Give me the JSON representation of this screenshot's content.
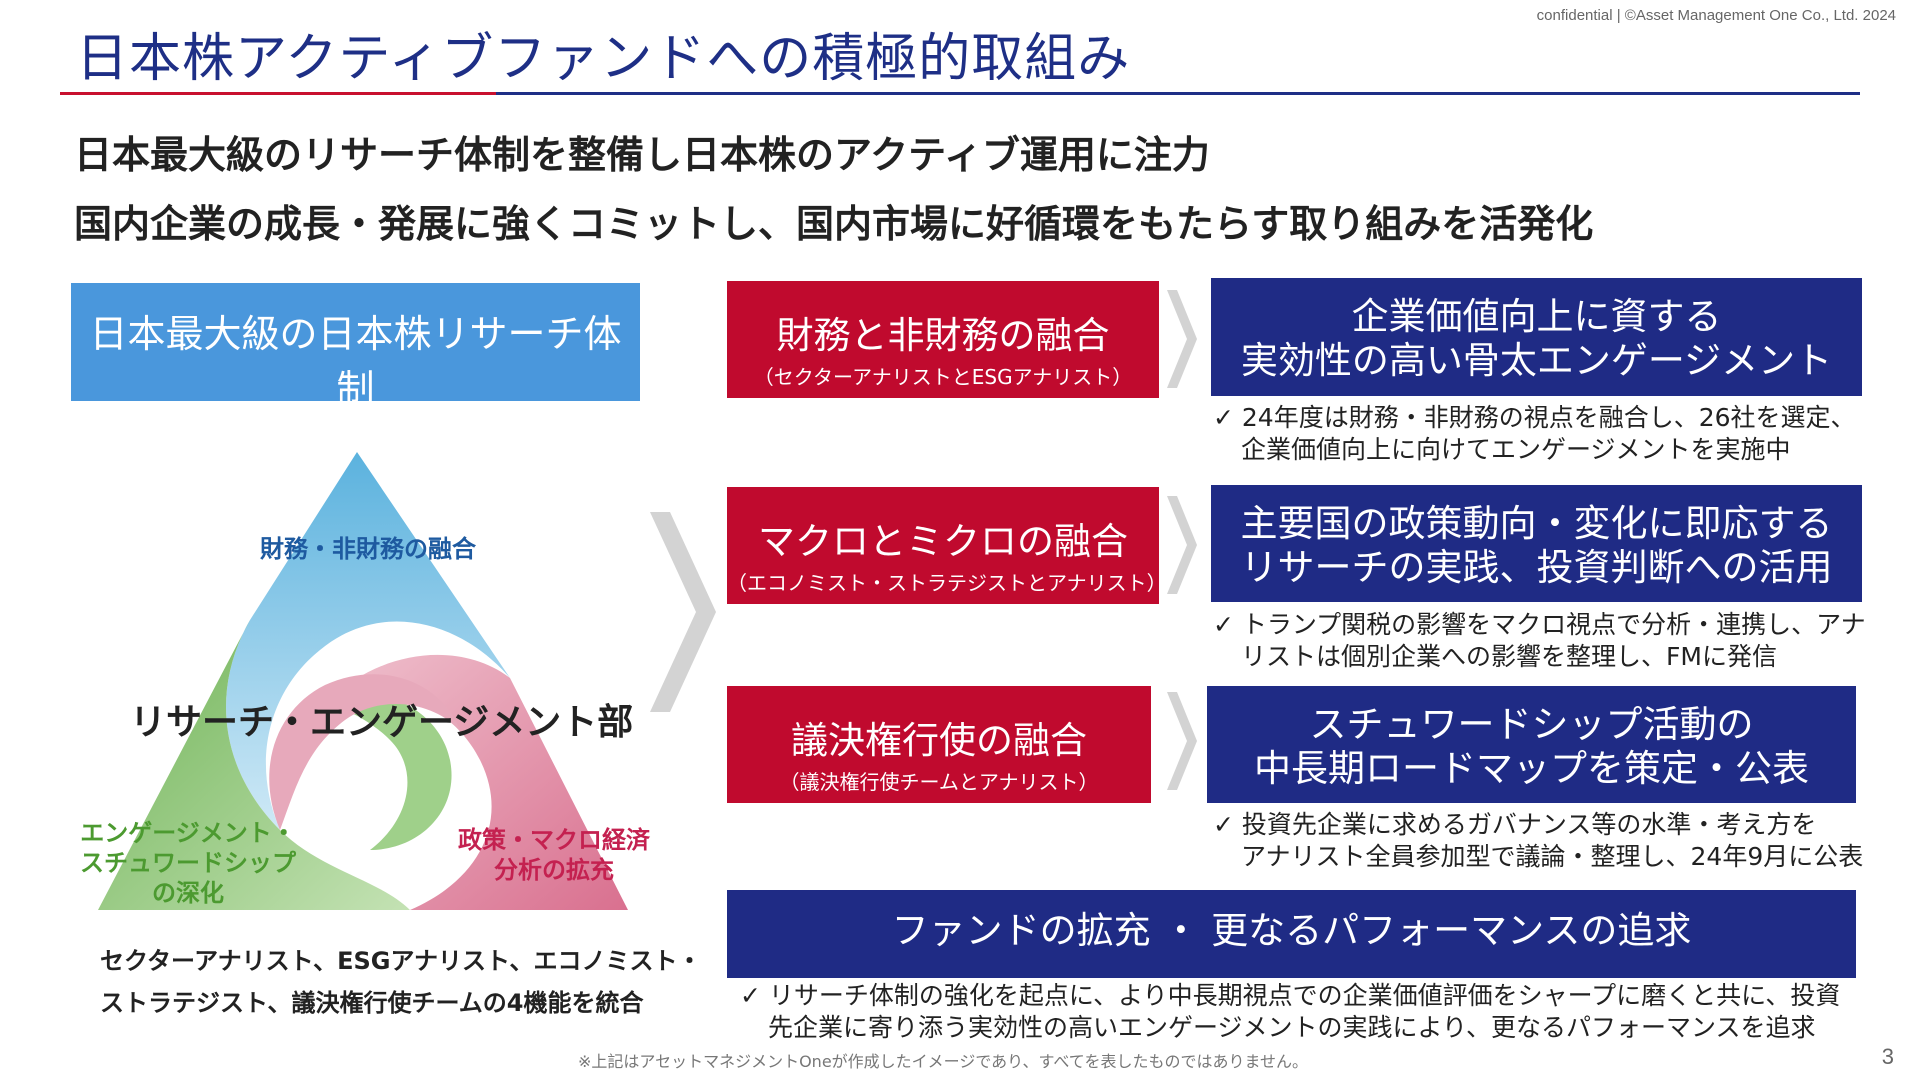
{
  "header": {
    "confidential": "confidential | ©Asset Management One Co., Ltd. 2024",
    "title": "日本株アクティブファンドへの積極的取組み"
  },
  "subheads": [
    "日本最大級のリサーチ体制を整備し日本株のアクティブ運用に注力",
    "国内企業の成長・発展に強くコミットし、国内市場に好循環をもたらす取り組みを活発化"
  ],
  "research": {
    "title": "日本最大級の日本株リサーチ体制",
    "subtitle": "（2024年4月発足）"
  },
  "triangle": {
    "top_label": "財務・非財務の融合",
    "center_label": "リサーチ・エンゲージメント部",
    "left_label_lines": [
      "エンゲージメント・",
      "スチュワードシップ",
      "の深化"
    ],
    "right_label_lines": [
      "政策・マクロ経済",
      "分析の拡充"
    ],
    "colors": {
      "top": "#6ec0e4",
      "left": "#8fc87a",
      "right": "#e393a8"
    }
  },
  "caption_lines": [
    "セクターアナリスト、ESGアナリスト、エコノミスト・",
    "ストラテジスト、議決権行使チームの4機能を統合"
  ],
  "fusions": [
    {
      "title": "財務と非財務の融合",
      "subtitle": "（セクターアナリストとESGアナリスト）"
    },
    {
      "title": "マクロとミクロの融合",
      "subtitle": "（エコノミスト・ストラテジストとアナリスト）"
    },
    {
      "title": "議決権行使の融合",
      "subtitle": "（議決権行使チームとアナリスト）"
    }
  ],
  "outcomes": [
    {
      "lines": [
        "企業価値向上に資する",
        "実効性の高い骨太エンゲージメント"
      ],
      "bullet_lines": [
        "✓ 24年度は財務・非財務の視点を融合し、26社を選定、",
        "企業価値向上に向けてエンゲージメントを実施中"
      ]
    },
    {
      "lines": [
        "主要国の政策動向・変化に即応する",
        "リサーチの実践、投資判断への活用"
      ],
      "bullet_lines": [
        "✓ トランプ関税の影響をマクロ視点で分析・連携し、アナ",
        "リストは個別企業への影響を整理し、FMに発信"
      ]
    },
    {
      "lines": [
        "スチュワードシップ活動の",
        "中長期ロードマップを策定・公表"
      ],
      "bullet_lines": [
        "✓ 投資先企業に求めるガバナンス等の水準・考え方を",
        "アナリスト全員参加型で議論・整理し、24年9月に公表"
      ]
    }
  ],
  "fund": {
    "title": "ファンドの拡充 ・ 更なるパフォーマンスの追求",
    "bullet_lines": [
      "✓ リサーチ体制の強化を起点に、より中長期視点での企業価値評価をシャープに磨くと共に、投資",
      "先企業に寄り添う実効性の高いエンゲージメントの実践により、更なるパフォーマンスを追求"
    ]
  },
  "footnote": "※上記はアセットマネジメントOneが作成したイメージであり、すべてを表したものではありません。",
  "page_number": "3",
  "colors": {
    "navy": "#1f2b85",
    "red": "#c00a2e",
    "blue": "#4a97dc"
  }
}
